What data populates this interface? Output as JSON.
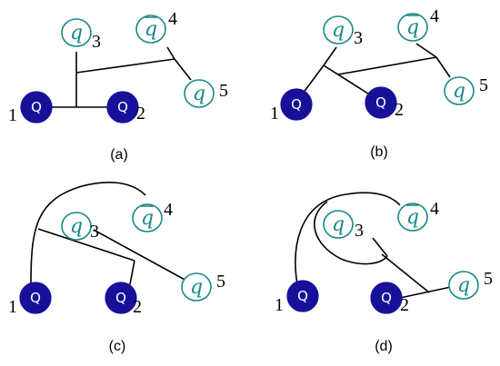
{
  "labels": {
    "heavy_quark": "Q",
    "light_quark": "q",
    "antiquark": "q",
    "n1": "1",
    "n2": "2",
    "n3": "3",
    "n4": "4",
    "n5": "5"
  },
  "panels": [
    {
      "caption": "(a)"
    },
    {
      "caption": "(b)"
    },
    {
      "caption": "(c)"
    },
    {
      "caption": "(d)"
    }
  ],
  "colors": {
    "heavy_quark_fill": "#17119a",
    "light_quark_stroke": "#1a8a8a",
    "line": "#000000"
  }
}
